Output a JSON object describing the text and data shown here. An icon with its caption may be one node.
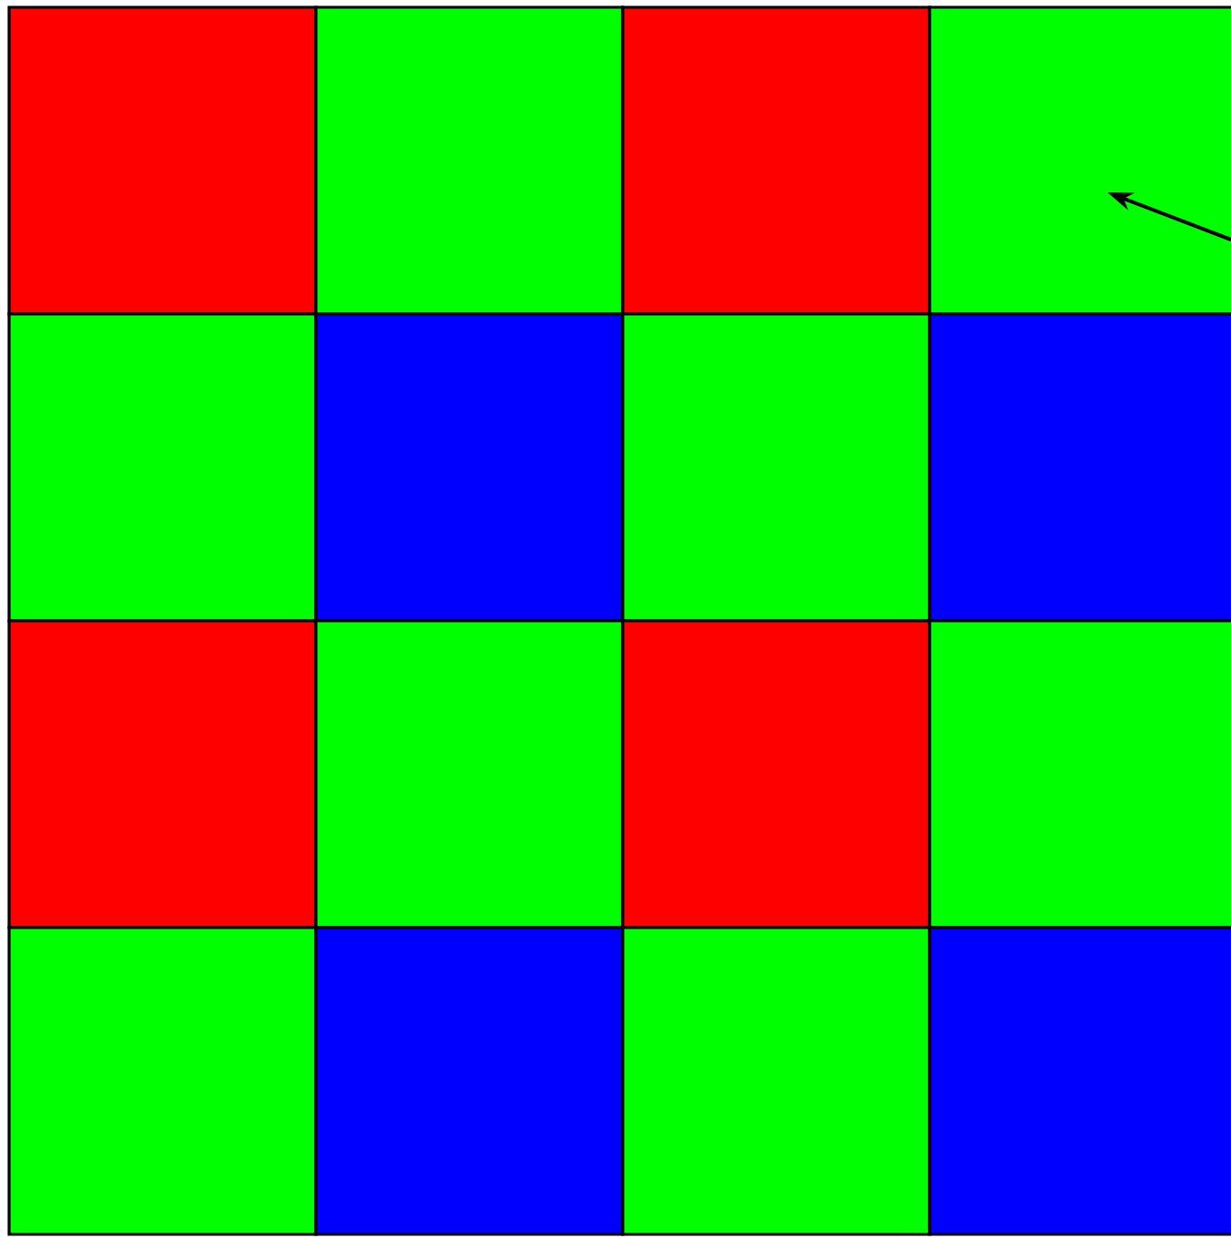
{
  "diagram": {
    "nodes": [
      {
        "text": [],
        "shape": "box"
      },
      {
        "text": [],
        "shape": "box"
      },
      {
        "text": [],
        "shape": "box"
      },
      {
        "text": [],
        "shape": "box"
      },
      {
        "text": [],
        "shape": "box"
      },
      {
        "text": [],
        "shape": "box"
      },
      {
        "text": [],
        "shape": "box"
      },
      {
        "text": [],
        "shape": "box"
      },
      {
        "text": [],
        "shape": "box"
      },
      {
        "text": [],
        "shape": "box"
      },
      {
        "text": [],
        "shape": "box"
      },
      {
        "text": [],
        "shape": "box"
      },
      {
        "text": [],
        "shape": "box"
      },
      {
        "text": [],
        "shape": "box"
      },
      {
        "text": [],
        "shape": "box"
      },
      {
        "text": [],
        "shape": "box"
      }
    ]
  }
}
